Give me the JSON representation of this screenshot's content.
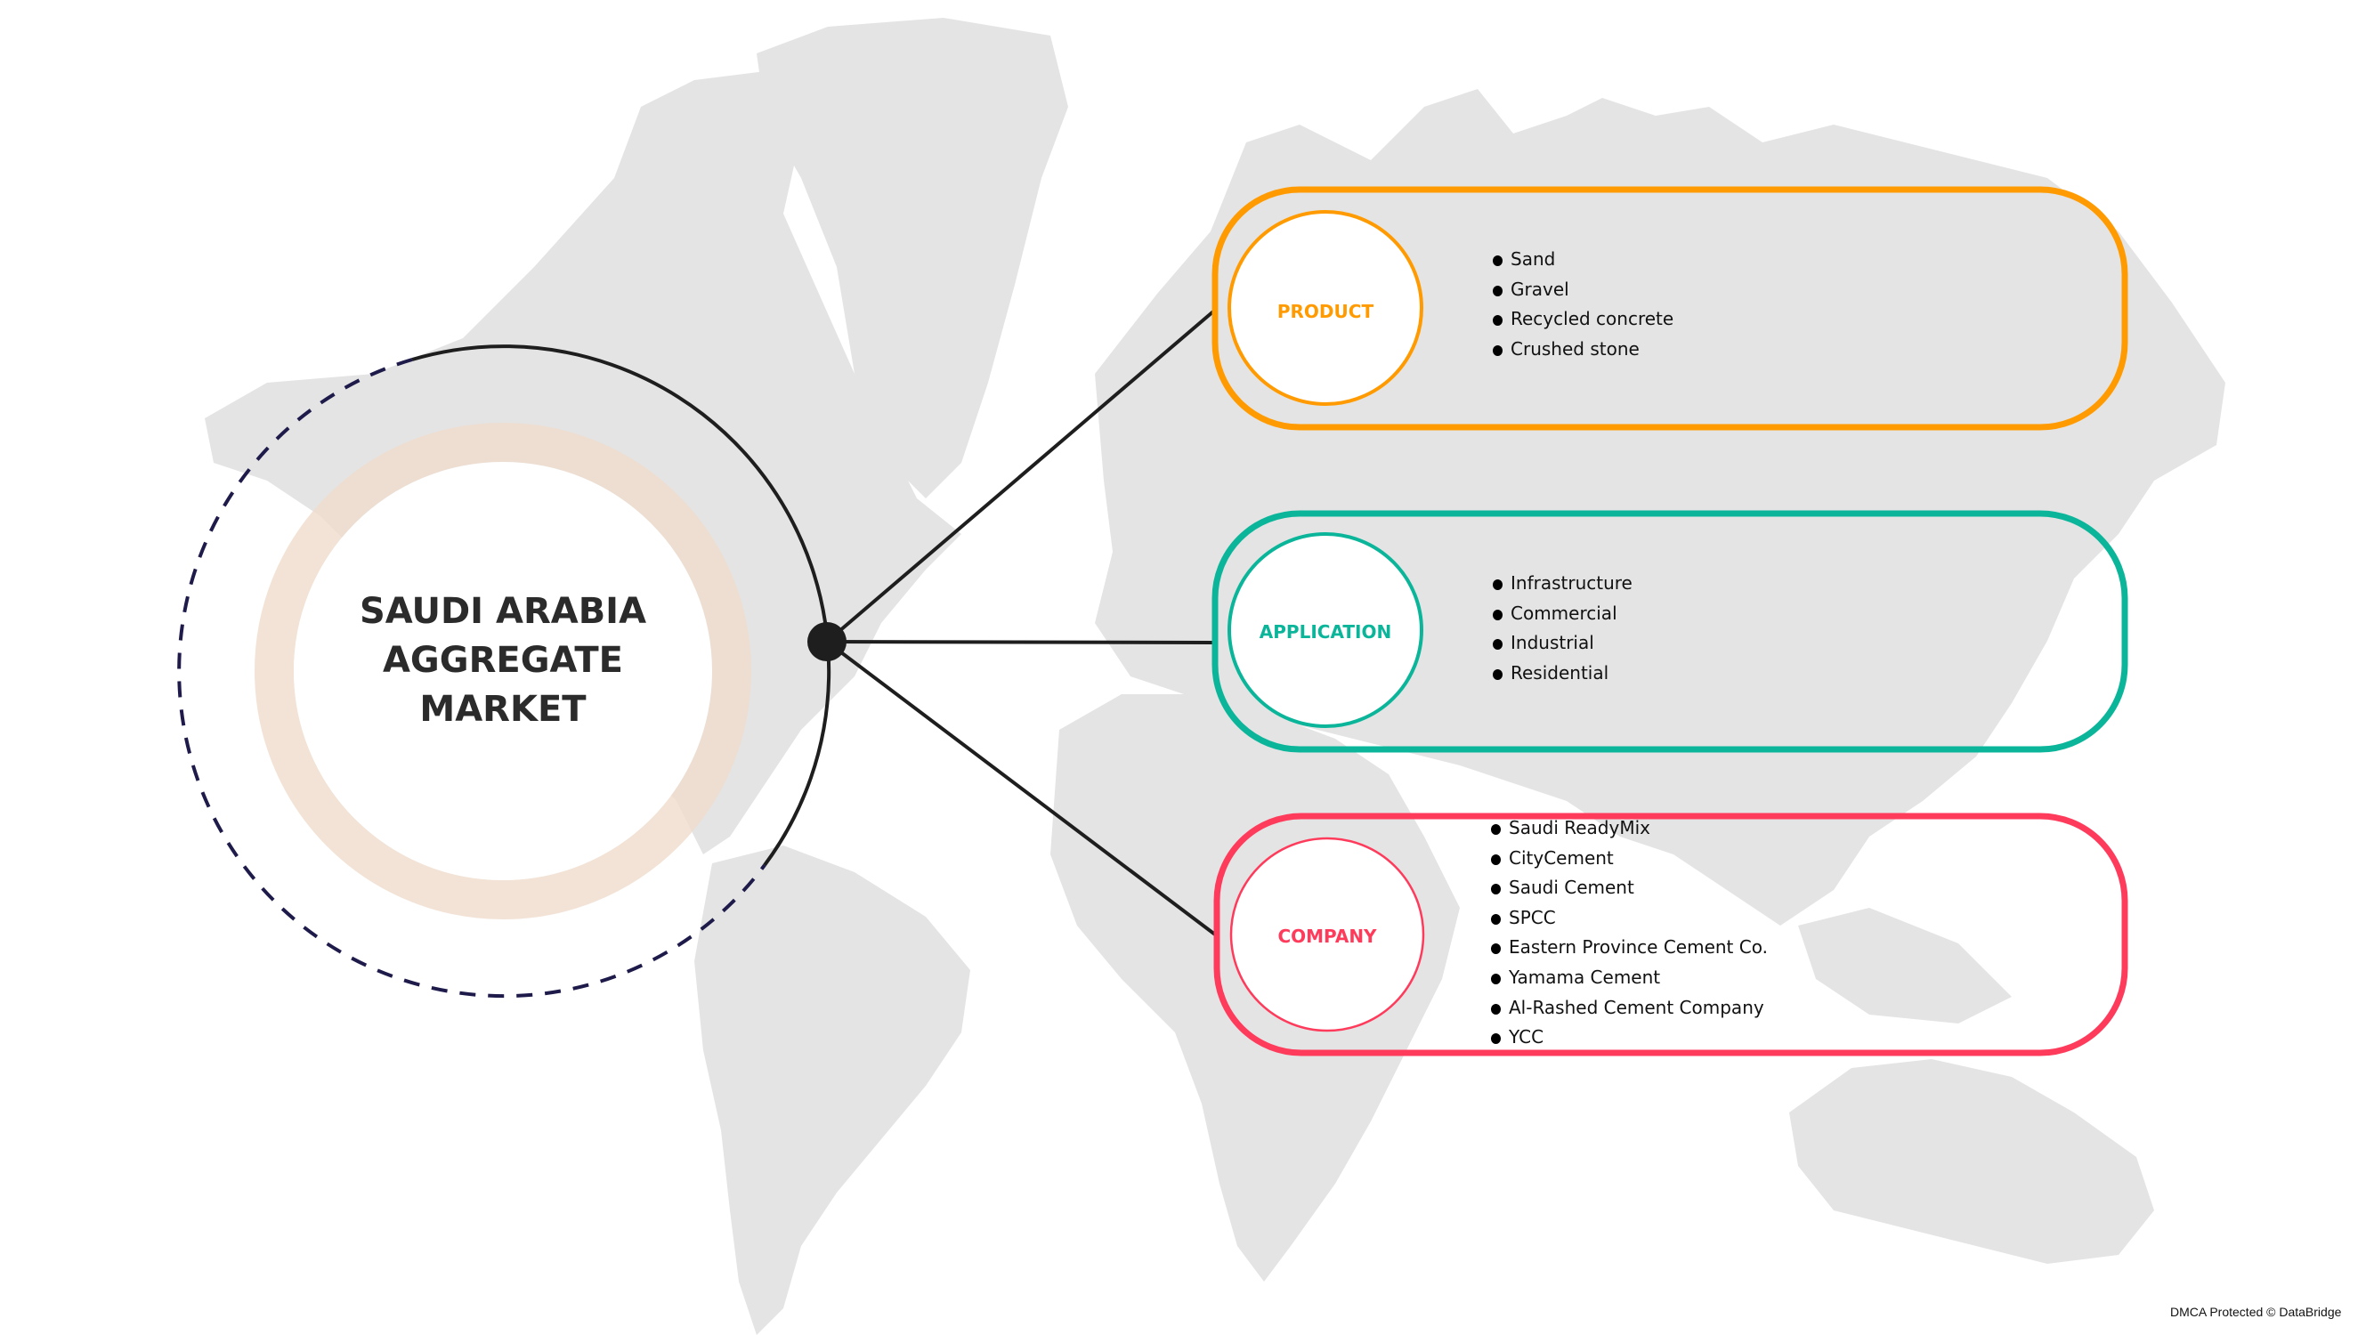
{
  "title": {
    "lines": [
      "SAUDI ARABIA",
      "AGGREGATE",
      "MARKET"
    ]
  },
  "segments": [
    {
      "label": "PRODUCT",
      "color": "#FF9B00",
      "items": [
        "Sand",
        "Gravel",
        "Recycled concrete",
        "Crushed stone"
      ]
    },
    {
      "label": "APPLICATION",
      "color": "#0AB59A",
      "items": [
        "Infrastructure",
        "Commercial",
        "Industrial",
        "Residential"
      ]
    },
    {
      "label": "COMPANY",
      "color": "#FF3B5C",
      "items": [
        "Saudi ReadyMix",
        "CityCement",
        "Saudi Cement",
        "SPCC",
        "Eastern Province Cement Co.",
        "Yamama Cement",
        "Al-Rashed Cement Company",
        "YCC"
      ]
    }
  ],
  "colors": {
    "ring": "#F2E3D7",
    "dashed_arc": "#1E1B4B",
    "connector": "#1E1E1E",
    "map": "#E4E4E4"
  },
  "footer": {
    "note": "DMCA Protected © DataBridge"
  }
}
